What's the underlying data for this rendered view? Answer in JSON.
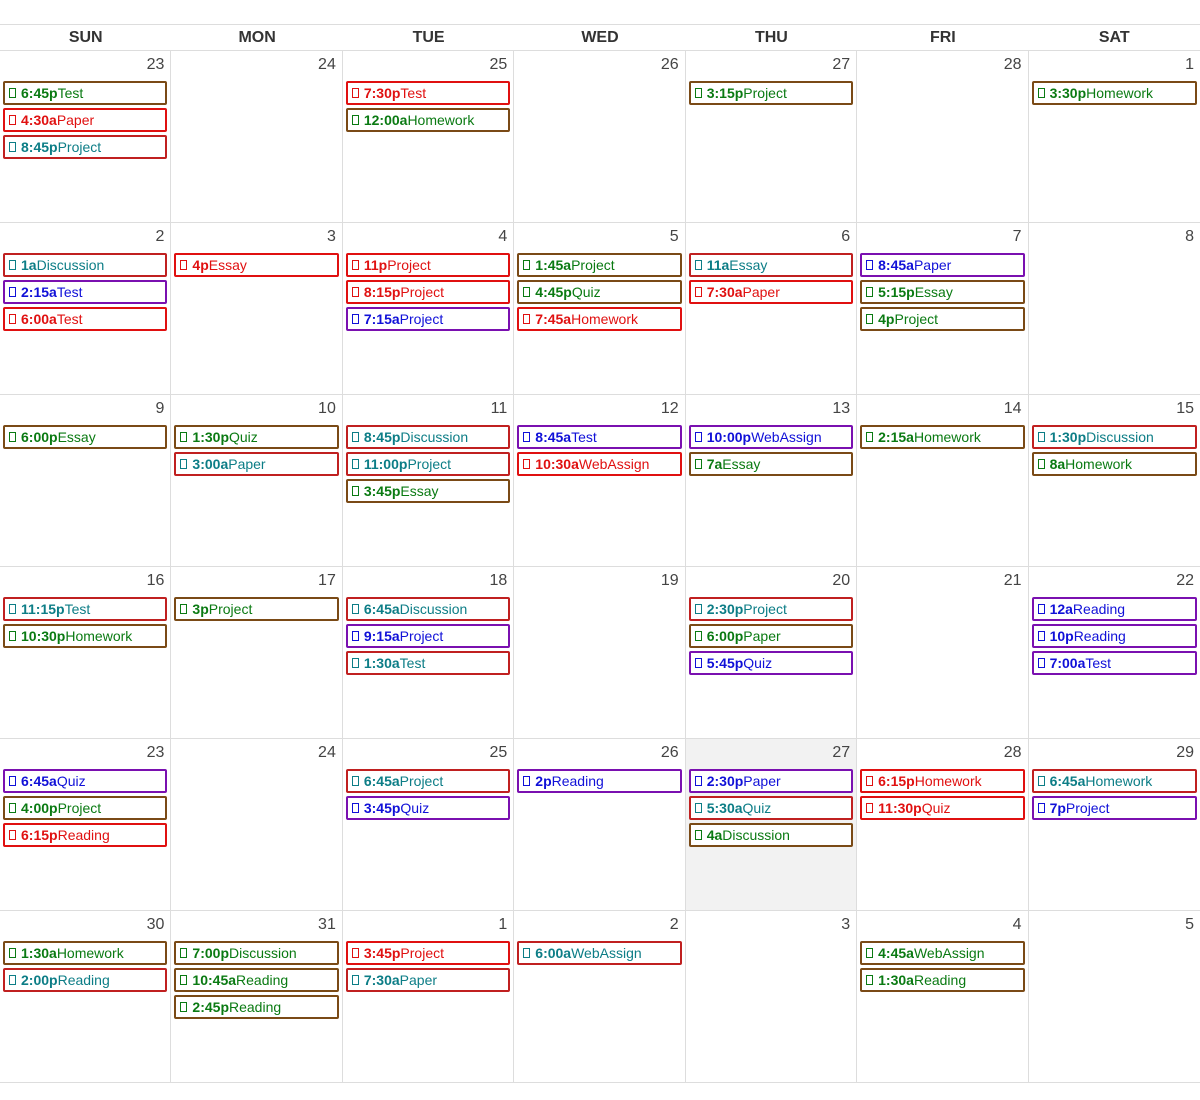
{
  "calendar": {
    "day_headers": [
      "SUN",
      "MON",
      "TUE",
      "WED",
      "THU",
      "FRI",
      "SAT"
    ],
    "colors": {
      "green": {
        "text": "#0a7a12",
        "border": "#7a4a16"
      },
      "red": {
        "text": "#e01010",
        "border": "#e01010"
      },
      "teal": {
        "text": "#0c7d86",
        "border": "#c02020"
      },
      "blue": {
        "text": "#1010d8",
        "border": "#7a10b0"
      }
    },
    "icon": "calendar-event-icon",
    "today": {
      "week": 4,
      "day": 4
    },
    "weeks": [
      [
        {
          "day": "23",
          "events": [
            {
              "time": "6:45p",
              "title": "Test",
              "color": "green"
            },
            {
              "time": "4:30a",
              "title": "Paper",
              "color": "red"
            },
            {
              "time": "8:45p",
              "title": "Project",
              "color": "teal"
            }
          ]
        },
        {
          "day": "24",
          "events": []
        },
        {
          "day": "25",
          "events": [
            {
              "time": "7:30p",
              "title": "Test",
              "color": "red"
            },
            {
              "time": "12:00a",
              "title": "Homework",
              "color": "green"
            }
          ]
        },
        {
          "day": "26",
          "events": []
        },
        {
          "day": "27",
          "events": [
            {
              "time": "3:15p",
              "title": "Project",
              "color": "green"
            }
          ]
        },
        {
          "day": "28",
          "events": []
        },
        {
          "day": "1",
          "events": [
            {
              "time": "3:30p",
              "title": "Homework",
              "color": "green"
            }
          ]
        }
      ],
      [
        {
          "day": "2",
          "events": [
            {
              "time": "1a",
              "title": "Discussion",
              "color": "teal"
            },
            {
              "time": "2:15a",
              "title": "Test",
              "color": "blue"
            },
            {
              "time": "6:00a",
              "title": "Test",
              "color": "red"
            }
          ]
        },
        {
          "day": "3",
          "events": [
            {
              "time": "4p",
              "title": "Essay",
              "color": "red"
            }
          ]
        },
        {
          "day": "4",
          "events": [
            {
              "time": "11p",
              "title": "Project",
              "color": "red"
            },
            {
              "time": "8:15p",
              "title": "Project",
              "color": "red"
            },
            {
              "time": "7:15a",
              "title": "Project",
              "color": "blue"
            }
          ]
        },
        {
          "day": "5",
          "events": [
            {
              "time": "1:45a",
              "title": "Project",
              "color": "green"
            },
            {
              "time": "4:45p",
              "title": "Quiz",
              "color": "green"
            },
            {
              "time": "7:45a",
              "title": "Homework",
              "color": "red"
            }
          ]
        },
        {
          "day": "6",
          "events": [
            {
              "time": "11a",
              "title": "Essay",
              "color": "teal"
            },
            {
              "time": "7:30a",
              "title": "Paper",
              "color": "red"
            }
          ]
        },
        {
          "day": "7",
          "events": [
            {
              "time": "8:45a",
              "title": "Paper",
              "color": "blue"
            },
            {
              "time": "5:15p",
              "title": "Essay",
              "color": "green"
            },
            {
              "time": "4p",
              "title": "Project",
              "color": "green"
            }
          ]
        },
        {
          "day": "8",
          "events": []
        }
      ],
      [
        {
          "day": "9",
          "events": [
            {
              "time": "6:00p",
              "title": "Essay",
              "color": "green"
            }
          ]
        },
        {
          "day": "10",
          "events": [
            {
              "time": "1:30p",
              "title": "Quiz",
              "color": "green"
            },
            {
              "time": "3:00a",
              "title": "Paper",
              "color": "teal"
            }
          ]
        },
        {
          "day": "11",
          "events": [
            {
              "time": "8:45p",
              "title": "Discussion",
              "color": "teal"
            },
            {
              "time": "11:00p",
              "title": "Project",
              "color": "teal"
            },
            {
              "time": "3:45p",
              "title": "Essay",
              "color": "green"
            }
          ]
        },
        {
          "day": "12",
          "events": [
            {
              "time": "8:45a",
              "title": "Test",
              "color": "blue"
            },
            {
              "time": "10:30a",
              "title": "WebAssign",
              "color": "red"
            }
          ]
        },
        {
          "day": "13",
          "events": [
            {
              "time": "10:00p",
              "title": "WebAssign",
              "color": "blue"
            },
            {
              "time": "7a",
              "title": "Essay",
              "color": "green"
            }
          ]
        },
        {
          "day": "14",
          "events": [
            {
              "time": "2:15a",
              "title": "Homework",
              "color": "green"
            }
          ]
        },
        {
          "day": "15",
          "events": [
            {
              "time": "1:30p",
              "title": "Discussion",
              "color": "teal"
            },
            {
              "time": "8a",
              "title": "Homework",
              "color": "green"
            }
          ]
        }
      ],
      [
        {
          "day": "16",
          "events": [
            {
              "time": "11:15p",
              "title": "Test",
              "color": "teal"
            },
            {
              "time": "10:30p",
              "title": "Homework",
              "color": "green"
            }
          ]
        },
        {
          "day": "17",
          "events": [
            {
              "time": "3p",
              "title": "Project",
              "color": "green"
            }
          ]
        },
        {
          "day": "18",
          "events": [
            {
              "time": "6:45a",
              "title": "Discussion",
              "color": "teal"
            },
            {
              "time": "9:15a",
              "title": "Project",
              "color": "blue"
            },
            {
              "time": "1:30a",
              "title": "Test",
              "color": "teal"
            }
          ]
        },
        {
          "day": "19",
          "events": []
        },
        {
          "day": "20",
          "events": [
            {
              "time": "2:30p",
              "title": "Project",
              "color": "teal"
            },
            {
              "time": "6:00p",
              "title": "Paper",
              "color": "green"
            },
            {
              "time": "5:45p",
              "title": "Quiz",
              "color": "blue"
            }
          ]
        },
        {
          "day": "21",
          "events": []
        },
        {
          "day": "22",
          "events": [
            {
              "time": "12a",
              "title": "Reading",
              "color": "blue"
            },
            {
              "time": "10p",
              "title": "Reading",
              "color": "blue"
            },
            {
              "time": "7:00a",
              "title": "Test",
              "color": "blue"
            }
          ]
        }
      ],
      [
        {
          "day": "23",
          "events": [
            {
              "time": "6:45a",
              "title": "Quiz",
              "color": "blue"
            },
            {
              "time": "4:00p",
              "title": "Project",
              "color": "green"
            },
            {
              "time": "6:15p",
              "title": "Reading",
              "color": "red"
            }
          ]
        },
        {
          "day": "24",
          "events": []
        },
        {
          "day": "25",
          "events": [
            {
              "time": "6:45a",
              "title": "Project",
              "color": "teal"
            },
            {
              "time": "3:45p",
              "title": "Quiz",
              "color": "blue"
            }
          ]
        },
        {
          "day": "26",
          "events": [
            {
              "time": "2p",
              "title": "Reading",
              "color": "blue"
            }
          ]
        },
        {
          "day": "27",
          "events": [
            {
              "time": "2:30p",
              "title": "Paper",
              "color": "blue"
            },
            {
              "time": "5:30a",
              "title": "Quiz",
              "color": "teal"
            },
            {
              "time": "4a",
              "title": "Discussion",
              "color": "green"
            }
          ]
        },
        {
          "day": "28",
          "events": [
            {
              "time": "6:15p",
              "title": "Homework",
              "color": "red"
            },
            {
              "time": "11:30p",
              "title": "Quiz",
              "color": "red"
            }
          ]
        },
        {
          "day": "29",
          "events": [
            {
              "time": "6:45a",
              "title": "Homework",
              "color": "teal"
            },
            {
              "time": "7p",
              "title": "Project",
              "color": "blue"
            }
          ]
        }
      ],
      [
        {
          "day": "30",
          "events": [
            {
              "time": "1:30a",
              "title": "Homework",
              "color": "green"
            },
            {
              "time": "2:00p",
              "title": "Reading",
              "color": "teal"
            }
          ]
        },
        {
          "day": "31",
          "events": [
            {
              "time": "7:00p",
              "title": "Discussion",
              "color": "green"
            },
            {
              "time": "10:45a",
              "title": "Reading",
              "color": "green"
            },
            {
              "time": "2:45p",
              "title": "Reading",
              "color": "green"
            }
          ]
        },
        {
          "day": "1",
          "events": [
            {
              "time": "3:45p",
              "title": "Project",
              "color": "red"
            },
            {
              "time": "7:30a",
              "title": "Paper",
              "color": "teal"
            }
          ]
        },
        {
          "day": "2",
          "events": [
            {
              "time": "6:00a",
              "title": "WebAssign",
              "color": "teal"
            }
          ]
        },
        {
          "day": "3",
          "events": []
        },
        {
          "day": "4",
          "events": [
            {
              "time": "4:45a",
              "title": "WebAssign",
              "color": "green"
            },
            {
              "time": "1:30a",
              "title": "Reading",
              "color": "green"
            }
          ]
        },
        {
          "day": "5",
          "events": []
        }
      ]
    ]
  }
}
